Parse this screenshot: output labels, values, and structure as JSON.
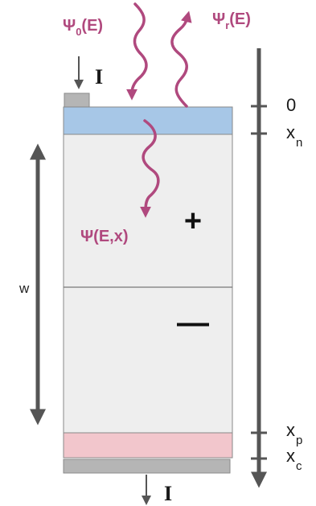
{
  "incident_flux": {
    "base": "Ψ",
    "subscript": "0",
    "suffix": "(E)"
  },
  "reflected_flux": {
    "base": "Ψ",
    "subscript": "r",
    "suffix": "(E)"
  },
  "internal_flux": {
    "text": "Ψ(E,x)"
  },
  "current_top": "I",
  "current_bottom": "I",
  "plus_sign": "+",
  "minus_sign": "—",
  "width_label": "w",
  "position_axis": {
    "labels": [
      {
        "base": "0",
        "subscript": ""
      },
      {
        "base": "x",
        "subscript": "n"
      },
      {
        "base": "x",
        "subscript": "p"
      },
      {
        "base": "x",
        "subscript": "c"
      }
    ]
  },
  "colors": {
    "flux": "#B0497E",
    "top_layer": "#A7C7E7",
    "body": "#EEEEEE",
    "bottom_layer": "#F2C6CC",
    "contact": "#B5B5B5",
    "axis": "#555555",
    "text": "#1a1a1a"
  }
}
